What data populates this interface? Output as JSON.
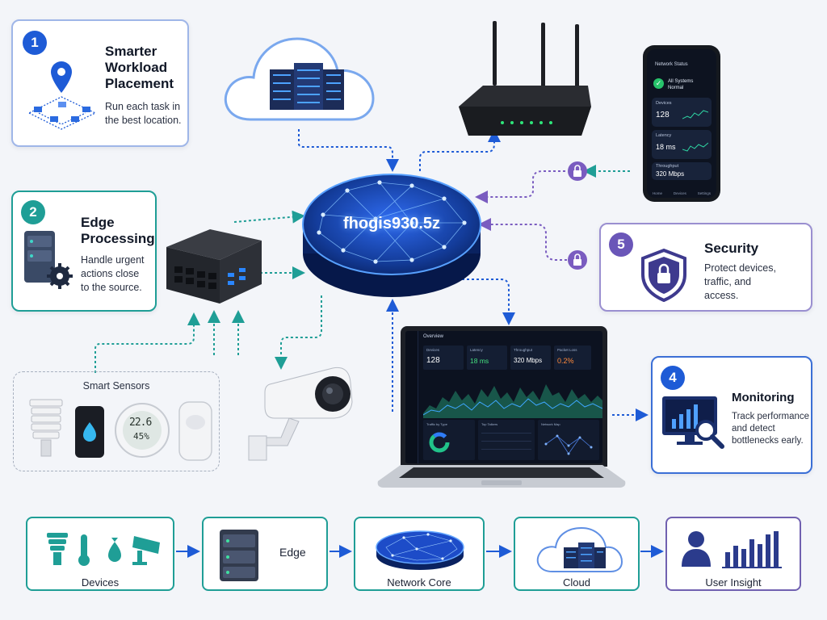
{
  "center": {
    "label": "fhogis930.5z"
  },
  "cards": {
    "placement": {
      "num": "1",
      "title_1": "Smarter",
      "title_2": "Workload",
      "title_3": "Placement",
      "desc_1": "Run each task in",
      "desc_2": "the best location."
    },
    "edge": {
      "num": "2",
      "title_1": "Edge",
      "title_2": "Processing",
      "desc_1": "Handle urgent",
      "desc_2": "actions close",
      "desc_3": "to the source."
    },
    "monitoring": {
      "num": "4",
      "title": "Monitoring",
      "desc_1": "Track performance",
      "desc_2": "and detect",
      "desc_3": "bottlenecks early."
    },
    "security": {
      "num": "5",
      "title": "Security",
      "desc_1": "Protect devices,",
      "desc_2": "traffic, and",
      "desc_3": "access."
    }
  },
  "sensors": {
    "title": "Smart Sensors",
    "display_1": "22.6",
    "display_2": "45%"
  },
  "edge_box": {
    "label": "Edge"
  },
  "phone": {
    "header": "Network Status",
    "status_1": "All Systems",
    "status_2": "Normal",
    "rows": [
      {
        "label": "Devices",
        "value": "128"
      },
      {
        "label": "Latency",
        "value": "18 ms"
      },
      {
        "label": "Throughput",
        "value": "320 Mbps"
      }
    ],
    "nav": [
      "Home",
      "Devices",
      "Settings"
    ]
  },
  "laptop": {
    "title": "Overview",
    "stats": [
      {
        "label": "Devices",
        "value": "128"
      },
      {
        "label": "Latency",
        "value": "18 ms"
      },
      {
        "label": "Throughput",
        "value": "320 Mbps"
      },
      {
        "label": "Packet Loss",
        "value": "0.2%"
      }
    ],
    "panels": [
      "Traffic by Type",
      "Top Talkers",
      "Network Map"
    ]
  },
  "flow": [
    {
      "label": "Devices"
    },
    {
      "label": "Edge"
    },
    {
      "label": "Network Core"
    },
    {
      "label": "Cloud"
    },
    {
      "label": "User Insight"
    }
  ],
  "colors": {
    "teal": "#1f9e96",
    "blue": "#1e5bd6",
    "purple": "#7060b0",
    "navy": "#0d2a6e"
  }
}
